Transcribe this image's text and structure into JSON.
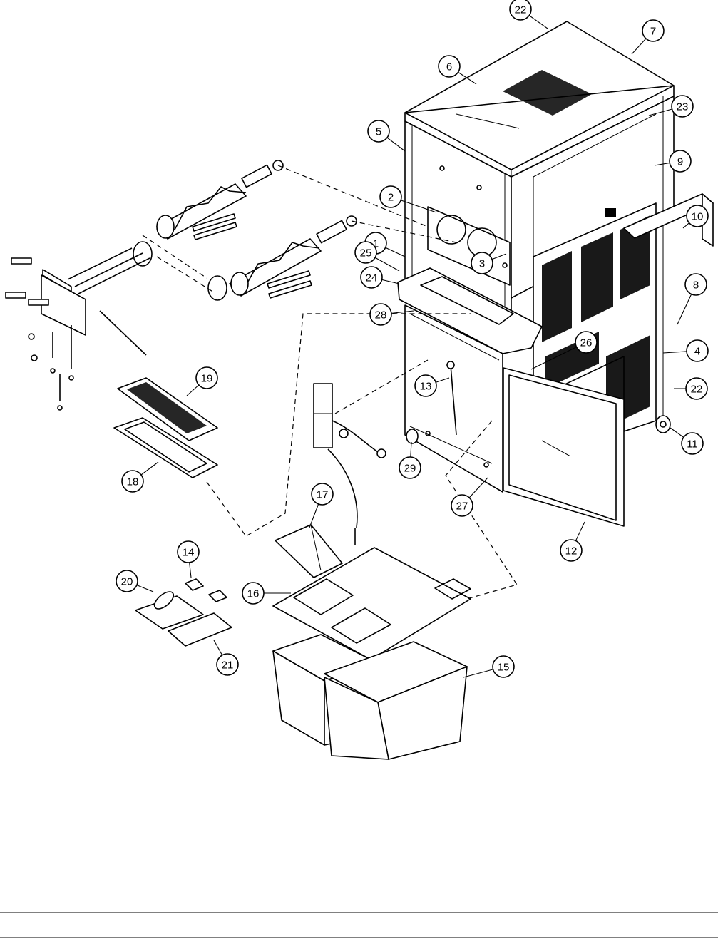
{
  "callouts": [
    {
      "label": "1"
    },
    {
      "label": "2"
    },
    {
      "label": "3"
    },
    {
      "label": "4"
    },
    {
      "label": "5"
    },
    {
      "label": "6"
    },
    {
      "label": "7"
    },
    {
      "label": "8"
    },
    {
      "label": "9"
    },
    {
      "label": "10"
    },
    {
      "label": "11"
    },
    {
      "label": "12"
    },
    {
      "label": "13"
    },
    {
      "label": "14"
    },
    {
      "label": "15"
    },
    {
      "label": "16"
    },
    {
      "label": "17"
    },
    {
      "label": "18"
    },
    {
      "label": "19"
    },
    {
      "label": "20"
    },
    {
      "label": "21"
    },
    {
      "label": "22"
    },
    {
      "label": "22"
    },
    {
      "label": "23"
    },
    {
      "label": "24"
    },
    {
      "label": "25"
    },
    {
      "label": "26"
    },
    {
      "label": "27"
    },
    {
      "label": "28"
    },
    {
      "label": "29"
    }
  ]
}
